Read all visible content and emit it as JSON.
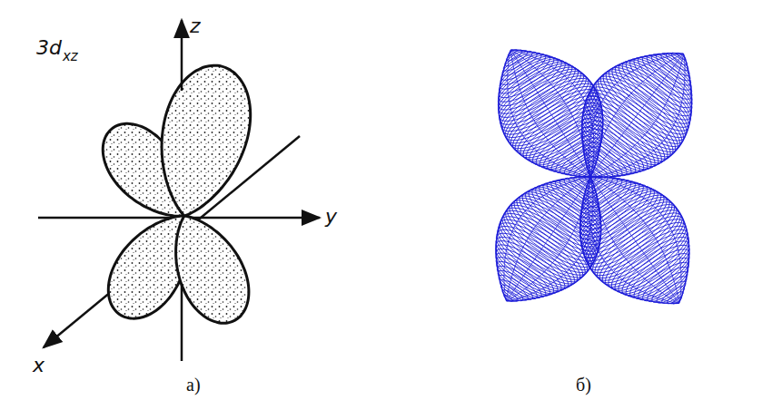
{
  "diagram": {
    "labels": [
      "3d",
      "xz",
      "z",
      "y",
      "x",
      "а)",
      "б)"
    ]
  }
}
